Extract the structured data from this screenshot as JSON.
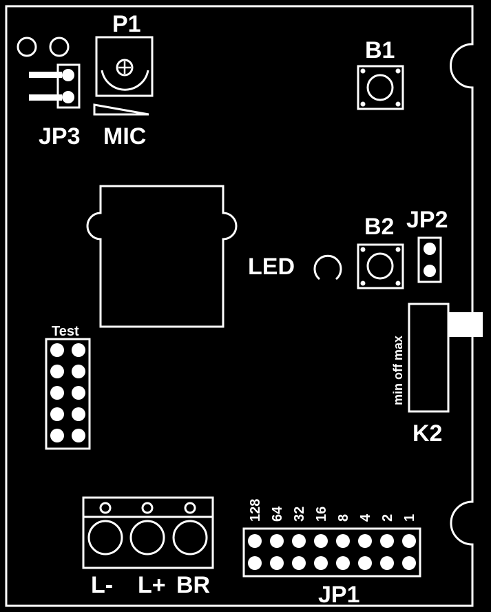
{
  "colors": {
    "background": "#000000",
    "foreground": "#ffffff"
  },
  "labels": {
    "p1": "P1",
    "b1": "B1",
    "b2": "B2",
    "jp2": "JP2",
    "jp3": "JP3",
    "mic": "MIC",
    "led": "LED",
    "test": "Test",
    "k2": "K2",
    "k2_positions": "min off max",
    "jp1": "JP1",
    "terminal_l_minus": "L-",
    "terminal_l_plus": "L+",
    "terminal_br": "BR"
  },
  "jp1_values": [
    "128",
    "64",
    "32",
    "16",
    "8",
    "4",
    "2",
    "1"
  ],
  "icons": {
    "potentiometer": "potentiometer-icon",
    "microphone": "microphone-icon",
    "led": "led-icon",
    "relay": "relay-outline-icon",
    "switch": "slide-switch-icon",
    "terminal_block": "terminal-block-icon"
  }
}
